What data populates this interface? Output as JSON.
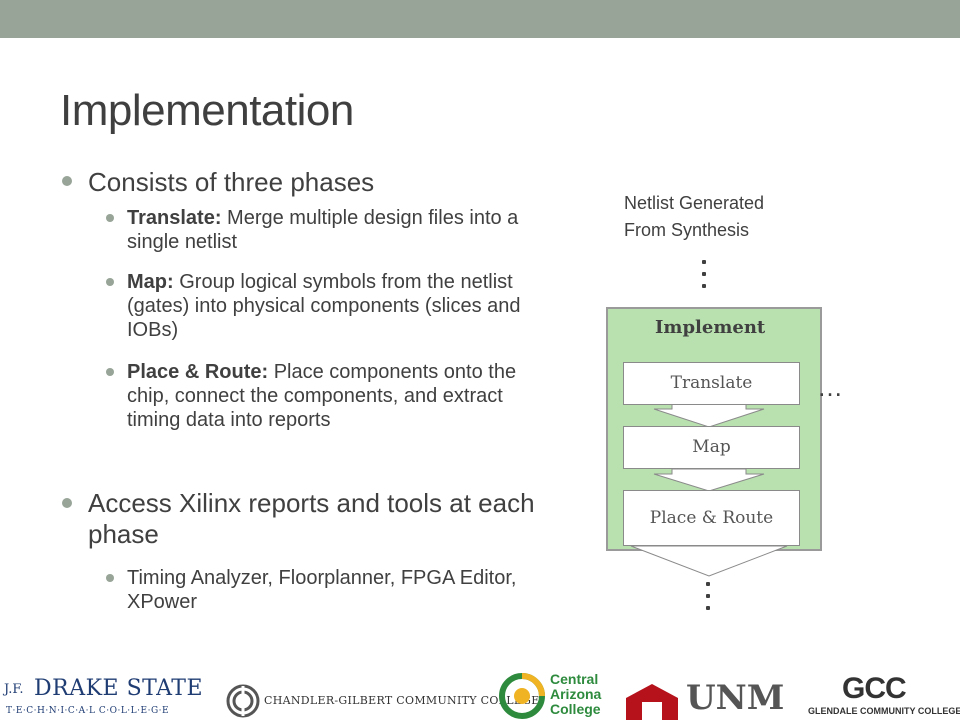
{
  "title": "Implementation",
  "bullets": [
    {
      "text": "Consists of three phases",
      "sub": [
        {
          "bold": "Translate:",
          "text": " Merge multiple design files into a single netlist"
        },
        {
          "bold": "Map:",
          "text": " Group logical symbols from the netlist (gates) into physical components (slices and IOBs)"
        },
        {
          "bold": "Place & Route:",
          "text": " Place components onto the chip, connect the components, and extract timing data into reports"
        }
      ]
    },
    {
      "text": "Access Xilinx reports and tools at each phase",
      "sub": [
        {
          "bold": "",
          "text": "Timing Analyzer, Floorplanner, FPGA Editor, XPower"
        }
      ]
    }
  ],
  "diagram": {
    "netlist_label_line1": "Netlist Generated",
    "netlist_label_line2": "From Synthesis",
    "implement_label": "Implement",
    "stages": [
      "Translate",
      "Map",
      "Place & Route"
    ],
    "ellipsis": "…"
  },
  "logos": {
    "drake_line1": "J.F.",
    "drake_line2": "DRAKE STATE",
    "drake_line3": "T·E·C·H·N·I·C·A·L C·O·L·L·E·G·E",
    "chandler": "CHANDLER-GILBERT COMMUNITY COLLEGE",
    "central_line1": "Central",
    "central_line2": "Arizona",
    "central_line3": "College",
    "unm": "UNM",
    "gcc": "GCC",
    "gcc_sub": "GLENDALE COMMUNITY COLLEGE"
  },
  "colors": {
    "top_bar": "#97a497",
    "bullet": "#97a497",
    "implement_fill": "#b9e1b0",
    "drake_blue": "#1f3c73",
    "central_green": "#2e8b3e",
    "unm_red": "#b5121b"
  }
}
